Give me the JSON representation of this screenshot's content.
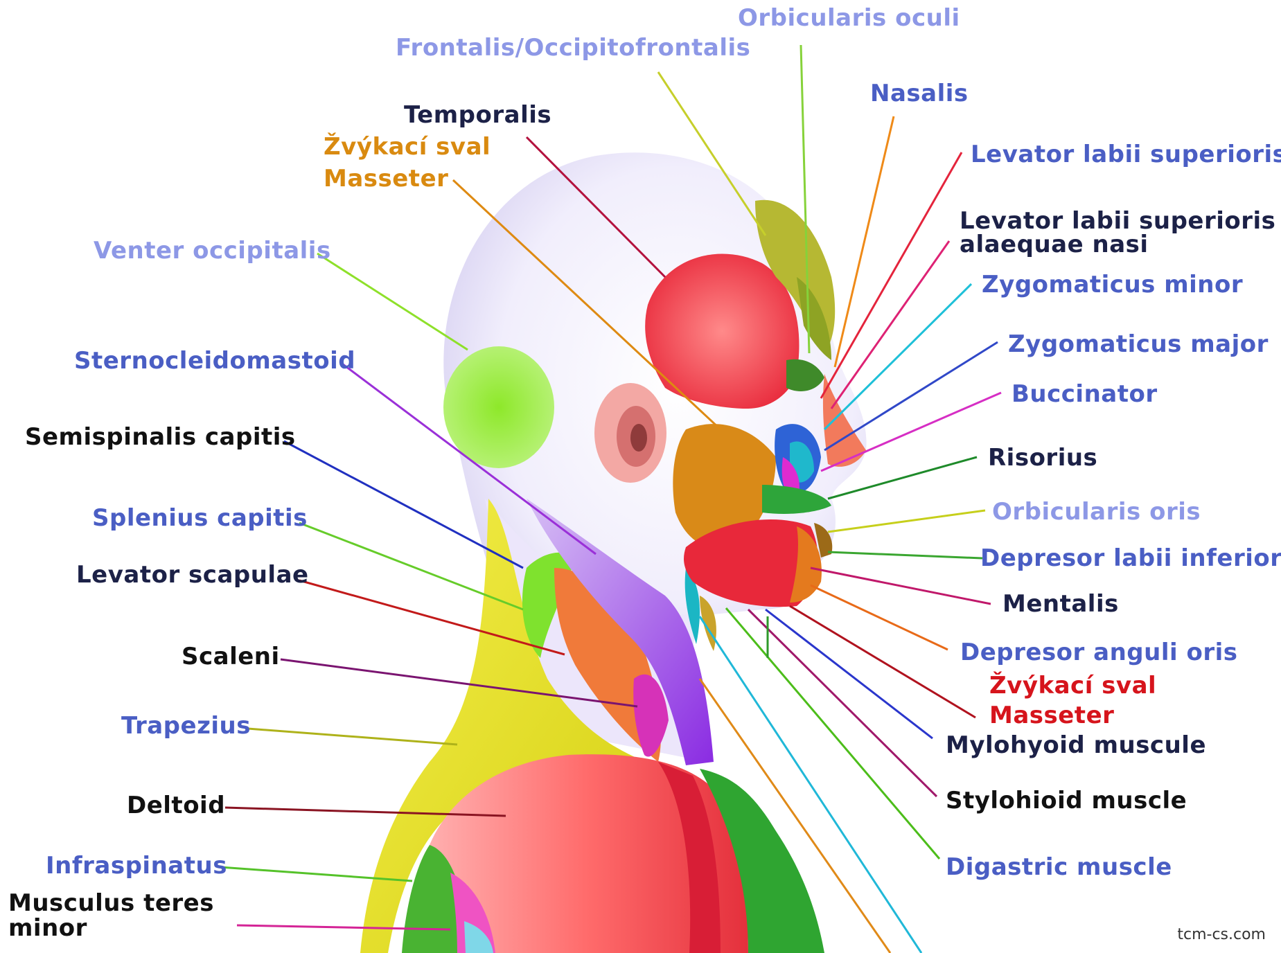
{
  "labels": {
    "orbicularis_oculi": "Orbicularis oculi",
    "frontalis": "Frontalis/Occipitofrontalis",
    "nasalis": "Nasalis",
    "temporalis": "Temporalis",
    "zvykaci_1": "Žvýkací sval",
    "masseter_1": "Masseter",
    "levator_labii": "Levator labii superioris",
    "levator_labii_alaeque_1": "Levator labii superioris",
    "levator_labii_alaeque_2": "alaequae nasi",
    "venter_occipitalis": "Venter occipitalis",
    "zygomaticus_minor": "Zygomaticus minor",
    "sternocleidomastoid": "Sternocleidomastoid",
    "zygomaticus_major": "Zygomaticus major",
    "buccinator": "Buccinator",
    "semispinalis": "Semispinalis capitis",
    "risorius": "Risorius",
    "splenius": "Splenius capitis",
    "orbicularis_oris": "Orbicularis oris",
    "depresor_labii": "Depresor labii inferioris",
    "levator_scapulae": "Levator scapulae",
    "mentalis": "Mentalis",
    "depresor_anguli": "Depresor anguli oris",
    "scaleni": "Scaleni",
    "zvykaci_2": "Žvýkací sval",
    "masseter_2": "Masseter",
    "trapezius": "Trapezius",
    "mylohyoid": "Mylohyoid muscule",
    "deltoid": "Deltoid",
    "stylohioid": "Stylohioid muscle",
    "infraspinatus": "Infraspinatus",
    "digastric": "Digastric muscle",
    "teres_1": "Musculus teres",
    "teres_2": "minor"
  },
  "watermark": "tcm-cs.com",
  "colors": {
    "label_navy": "#1c2147",
    "label_blue": "#4a5ec4",
    "label_light_blue": "#8d98e6",
    "label_orange": "#d98a10",
    "label_red": "#d6141c"
  }
}
